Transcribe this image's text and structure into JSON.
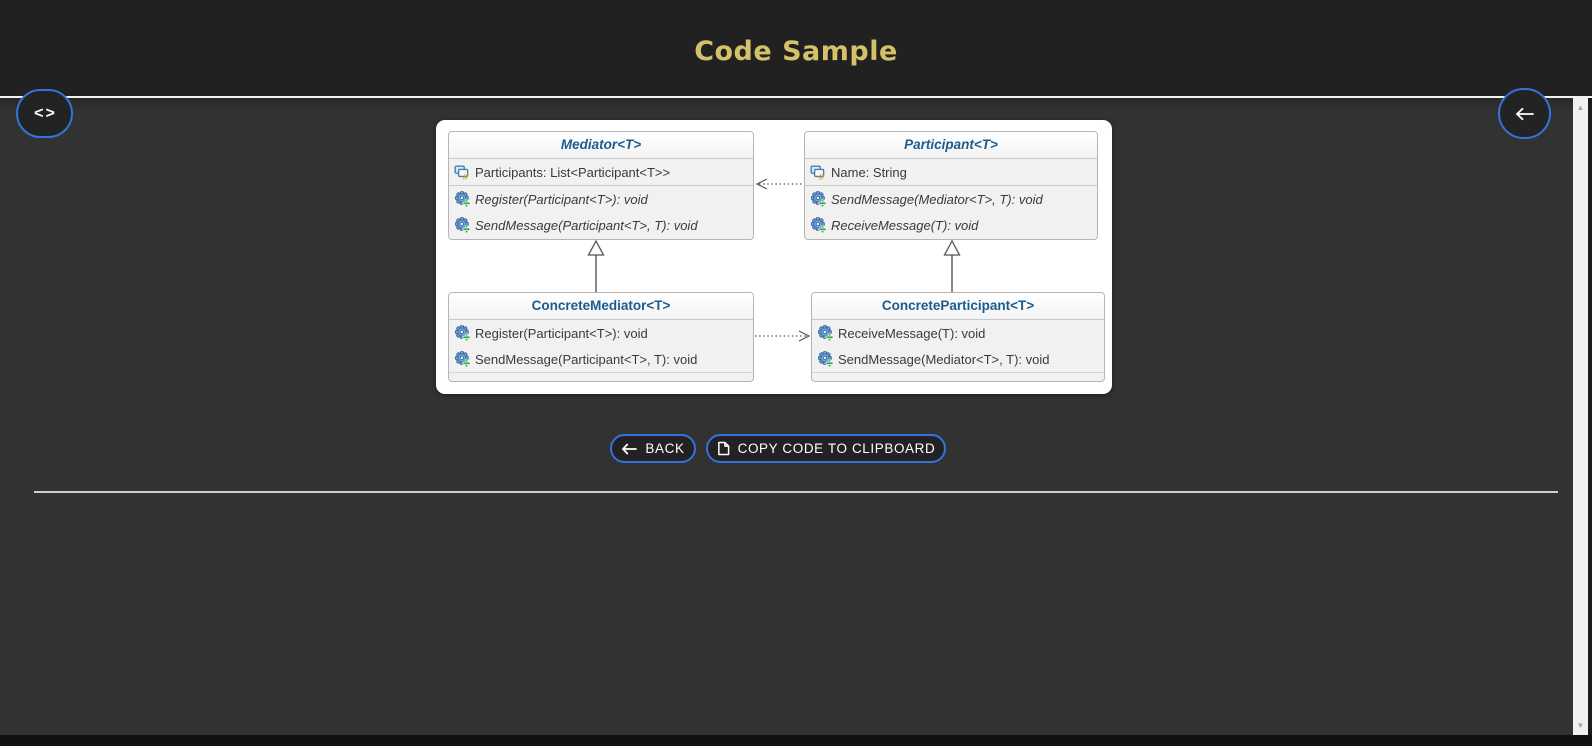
{
  "header": {
    "title": "Code Sample"
  },
  "floating_buttons": {
    "code_toggle_icon_text": "<>",
    "nav_back_icon": "left-arrow"
  },
  "diagram": {
    "classes": [
      {
        "name": "Mediator<T>",
        "abstract": true,
        "fields": [
          {
            "text": "Participants: List<Participant<T>>"
          }
        ],
        "methods": [
          {
            "text": "Register(Participant<T>): void"
          },
          {
            "text": "SendMessage(Participant<T>, T): void"
          }
        ]
      },
      {
        "name": "Participant<T>",
        "abstract": true,
        "fields": [
          {
            "text": "Name: String"
          }
        ],
        "methods": [
          {
            "text": "SendMessage(Mediator<T>, T): void"
          },
          {
            "text": "ReceiveMessage(T): void"
          }
        ]
      },
      {
        "name": "ConcreteMediator<T>",
        "abstract": false,
        "fields": [],
        "methods": [
          {
            "text": "Register(Participant<T>): void"
          },
          {
            "text": "SendMessage(Participant<T>, T): void"
          }
        ]
      },
      {
        "name": "ConcreteParticipant<T>",
        "abstract": false,
        "fields": [],
        "methods": [
          {
            "text": "ReceiveMessage(T): void"
          },
          {
            "text": "SendMessage(Mediator<T>, T): void"
          }
        ]
      }
    ],
    "relations": [
      {
        "from": "Participant<T>",
        "to": "Mediator<T>",
        "type": "dashed-association"
      },
      {
        "from": "ConcreteMediator<T>",
        "to": "ConcreteParticipant<T>",
        "type": "dashed-association"
      },
      {
        "from": "ConcreteMediator<T>",
        "to": "Mediator<T>",
        "type": "inheritance"
      },
      {
        "from": "ConcreteParticipant<T>",
        "to": "Participant<T>",
        "type": "inheritance"
      }
    ],
    "icon_legend": {
      "field": "blue-layered-rectangles-with-orange-hash",
      "method": "blue-gear-with-green-plus"
    }
  },
  "actions": {
    "back_label": "BACK",
    "copy_label": "COPY CODE TO CLIPBOARD"
  },
  "scrollbar": {
    "up_icon": "▲",
    "down_icon": "▼"
  },
  "colors": {
    "accent_blue": "#3273dc",
    "title_gold": "#d3c269",
    "class_title_blue": "#1b5c90",
    "header_bg": "#212121",
    "content_bg": "#323232",
    "panel_bg": "#ffffff"
  }
}
